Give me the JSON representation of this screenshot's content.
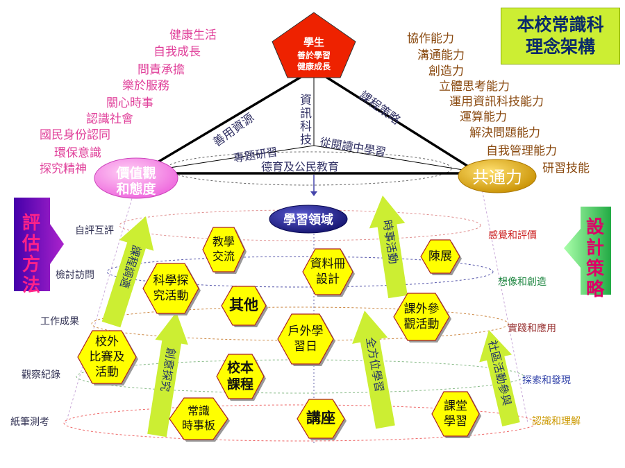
{
  "title": {
    "line1": "本校常識科",
    "line2": "理念架構"
  },
  "apex": {
    "line1": "學生",
    "line2": "善於學習",
    "line3": "健康成長"
  },
  "triangle": {
    "left_edge": "善用資源",
    "right_edge": "課程策略",
    "center_vertical": "資訊科技",
    "inner_left": "專題研習",
    "inner_right": "從閱讀中學習",
    "base": "德育及公民教育"
  },
  "values_node": {
    "line1": "價值觀",
    "line2": "和態度"
  },
  "generic_node": "共通力",
  "learning_node": "學習領域",
  "values_list": [
    "健康生活",
    "自我成長",
    "問責承擔",
    "樂於服務",
    "關心時事",
    "認識社會",
    "國民身份認同",
    "環保意識",
    "探究精神"
  ],
  "skills_list": [
    "協作能力",
    "溝通能力",
    "創造力",
    "立體思考能力",
    "運用資訊科技能力",
    "運算能力",
    "解決問題能力",
    "自我管理能力",
    "研習技能"
  ],
  "assessment": {
    "label": "評估方法",
    "methods": [
      "自評互評",
      "檢討訪問",
      "工作成果",
      "觀察紀錄",
      "紙筆測考"
    ]
  },
  "design": {
    "label": "設計策略",
    "strategies": [
      "感覺和評價",
      "想像和創造",
      "實踐和應用",
      "探索和發現",
      "認識和理解"
    ]
  },
  "arrows": [
    "課程調適",
    "創意探究",
    "時事活動",
    "全方位學習",
    "社區活動參與"
  ],
  "activities": [
    {
      "lines": [
        "教學",
        "交流"
      ]
    },
    {
      "lines": [
        "資料冊",
        "設計"
      ]
    },
    {
      "lines": [
        "陳展"
      ]
    },
    {
      "lines": [
        "科學探",
        "究活動"
      ]
    },
    {
      "lines": [
        "其他"
      ]
    },
    {
      "lines": [
        "課外參",
        "觀活動"
      ]
    },
    {
      "lines": [
        "戶外學",
        "習日"
      ]
    },
    {
      "lines": [
        "校外",
        "比賽及",
        "活動"
      ]
    },
    {
      "lines": [
        "校本",
        "課程"
      ]
    },
    {
      "lines": [
        "常識",
        "時事板"
      ]
    },
    {
      "lines": [
        "講座"
      ]
    },
    {
      "lines": [
        "課堂",
        "學習"
      ]
    }
  ],
  "colors": {
    "pink": "#e0409a",
    "brown": "#8a4a10",
    "arrow": "#ccee33",
    "hex": "#ffff00",
    "apex": "#ee2200",
    "values_node": "#ee66dd",
    "generic_node": "#cc9900",
    "learning_node": "#1a1a88",
    "title_bg": "#ccee33"
  }
}
